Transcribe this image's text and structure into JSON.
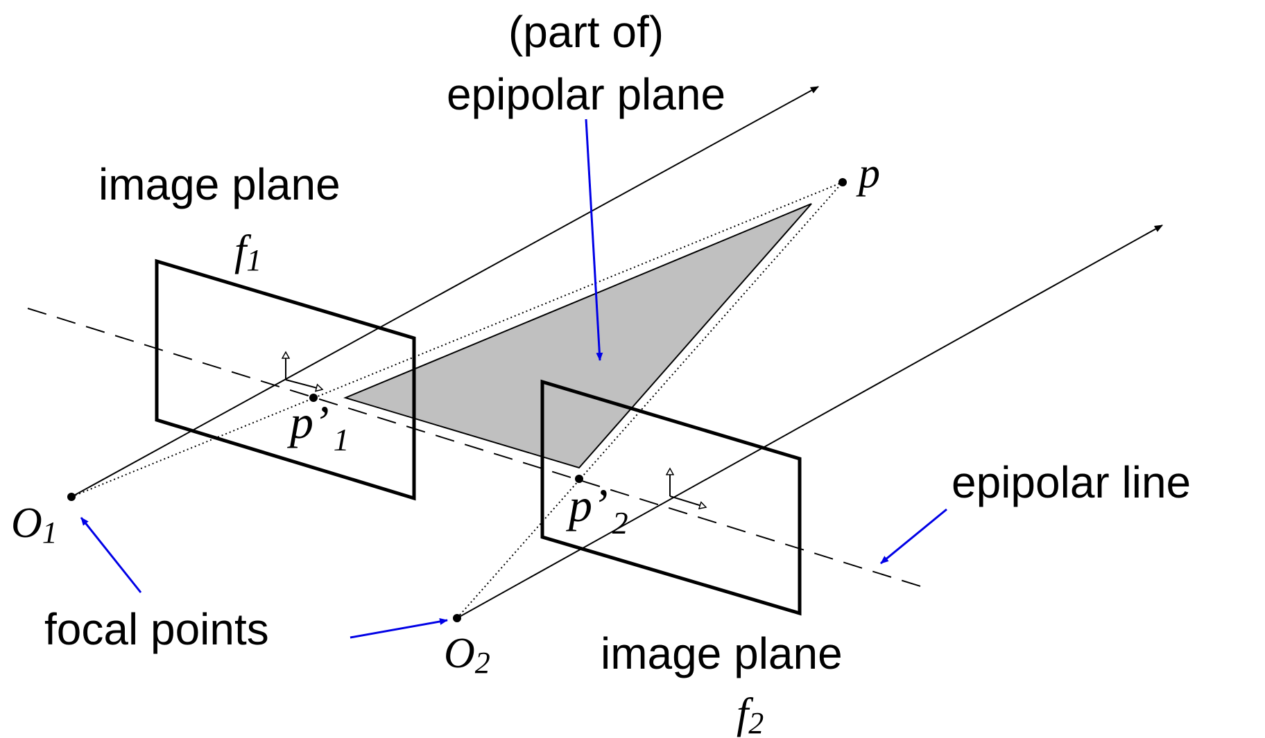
{
  "colors": {
    "ink": "#000000",
    "callout_arrow": "#0000e6",
    "plane_fill": "#c0c0c0"
  },
  "labels": {
    "epipolar_plane_line1": "(part of)",
    "epipolar_plane_line2": "epipolar plane",
    "image_plane_1": "image plane",
    "image_plane_2": "image plane",
    "epipolar_line": "epipolar line",
    "focal_points": "focal points"
  },
  "symbols": {
    "f1": {
      "base": "f",
      "sub": "1"
    },
    "f2": {
      "base": "f",
      "sub": "2"
    },
    "p": {
      "base": "p"
    },
    "p1": {
      "base": "p’",
      "sub": "1"
    },
    "p2": {
      "base": "p’",
      "sub": "2"
    },
    "o1": {
      "base": "O",
      "sub": "1"
    },
    "o2": {
      "base": "O",
      "sub": "2"
    }
  }
}
